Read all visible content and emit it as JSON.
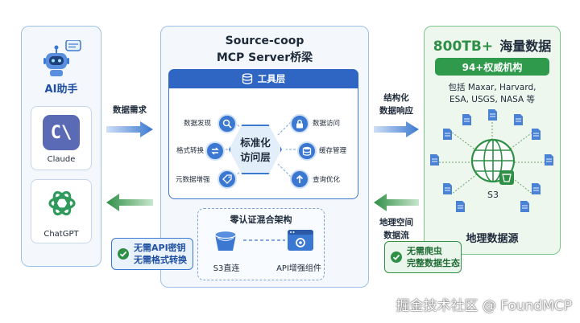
{
  "left": {
    "title": "AI助手",
    "clients": [
      {
        "name": "Claude"
      },
      {
        "name": "ChatGPT"
      }
    ]
  },
  "center": {
    "title_line1": "Source-coop",
    "title_line2": "MCP Server桥梁",
    "tool_layer": "工具层",
    "hub_line1": "标准化",
    "hub_line2": "访问层",
    "ops": [
      "数据发现",
      "格式转换",
      "元数据增强",
      "数据访问",
      "缓存管理",
      "查询优化"
    ],
    "hybrid_title": "零认证混合架构",
    "s3_direct": "S3直连",
    "api_component": "API增强组件"
  },
  "right": {
    "title_number": "800TB+",
    "title_text": "海量数据",
    "institutions": "94+权威机构",
    "includes_line1": "包括 Maxar, Harvard,",
    "includes_line2": "ESA, USGS, NASA 等",
    "s3_label": "S3",
    "footer": "地理数据源"
  },
  "arrows": {
    "data_request": "数据需求",
    "structured_line1": "结构化",
    "structured_line2": "数据响应",
    "geo_line1": "地理空间",
    "geo_line2": "数据流"
  },
  "badges": {
    "left_line1": "无需API密钥",
    "left_line2": "无需格式转换",
    "right_line1": "无需爬虫",
    "right_line2": "完整数据生态"
  },
  "watermark": "掘金技术社区 @ FoundMCP",
  "colors": {
    "blue": "#1f4fa3",
    "accent_blue": "#3b78d1",
    "green": "#2f8f46",
    "claude_bg": "#5b6ab5"
  }
}
